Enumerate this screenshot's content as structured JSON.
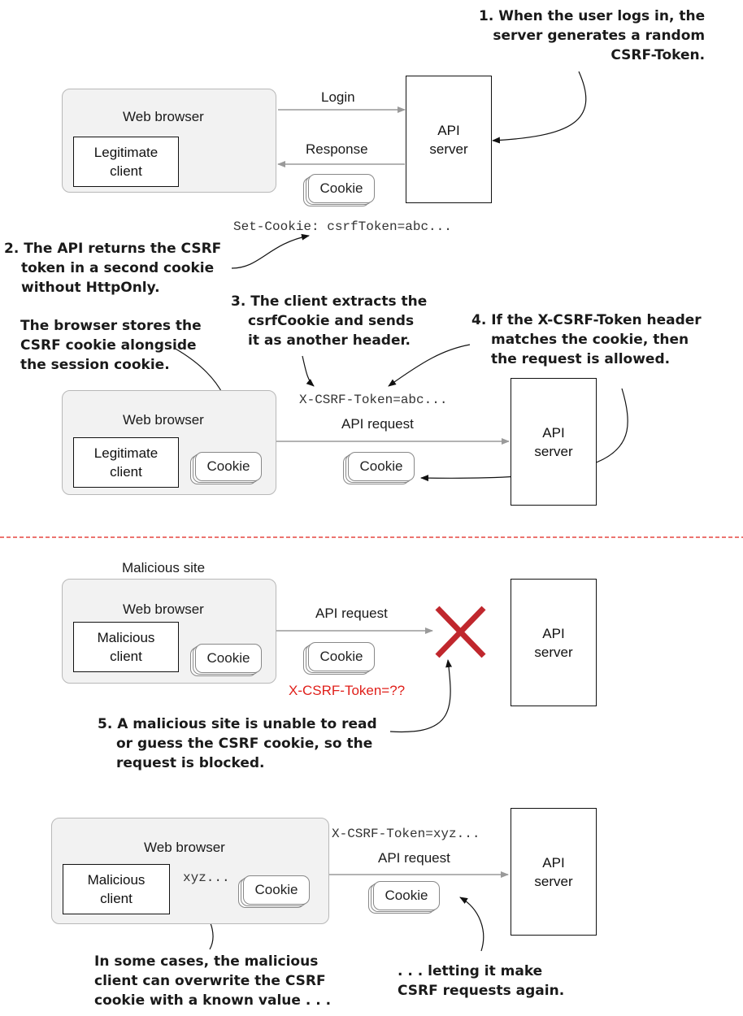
{
  "section1": {
    "browser_label": "Web browser",
    "client_label": "Legitimate client",
    "server_label": "API server",
    "login_label": "Login",
    "response_label": "Response",
    "cookie_label": "Cookie",
    "set_cookie": "Set-Cookie: csrfToken=abc..."
  },
  "notes": {
    "n1": [
      "1. When the user logs in, the",
      "server generates a random",
      "CSRF-Token."
    ],
    "n2": [
      "2. The API returns the CSRF",
      "token in a second cookie",
      "without HttpOnly."
    ],
    "n_store": [
      "The browser stores the",
      "CSRF cookie alongside",
      "the session cookie."
    ],
    "n3": [
      "3. The client extracts the",
      "csrfCookie and sends",
      "it as another header."
    ],
    "n4": [
      "4. If the X-CSRF-Token header",
      "matches the cookie, then",
      "the request is allowed."
    ],
    "n5": [
      "5. A malicious site is unable to read",
      "or guess the CSRF cookie, so the",
      "request is blocked."
    ],
    "n6": [
      "In some cases, the malicious",
      "client can overwrite the CSRF",
      "cookie with a known value . . ."
    ],
    "n7": [
      ". . . letting it make",
      "CSRF requests again."
    ]
  },
  "section2": {
    "browser_label": "Web browser",
    "client_label": "Legitimate client",
    "cookie_label": "Cookie",
    "header_text": "X-CSRF-Token=abc...",
    "request_label": "API request",
    "request_cookie_label": "Cookie",
    "server_label": "API server"
  },
  "section3": {
    "site_label": "Malicious site",
    "browser_label": "Web browser",
    "client_label": "Malicious client",
    "cookie_label": "Cookie",
    "request_label": "API request",
    "request_cookie_label": "Cookie",
    "header_text": "X-CSRF-Token=??",
    "server_label": "API server",
    "header_color": "#e0201b",
    "cross_color": "#c0272d"
  },
  "section4": {
    "browser_label": "Web browser",
    "client_label": "Malicious client",
    "xyz_label": "xyz...",
    "cookie_label": "Cookie",
    "header_text": "X-CSRF-Token=xyz...",
    "request_label": "API request",
    "request_cookie_label": "Cookie",
    "server_label": "API server"
  },
  "colors": {
    "divider": "#e0201b",
    "arrow_gray": "#9a9a9a",
    "overwrite_arrow": "#e0201b"
  }
}
